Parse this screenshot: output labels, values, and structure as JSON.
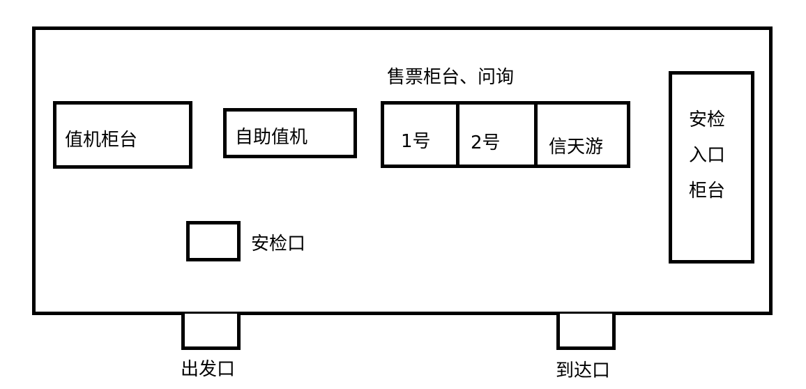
{
  "diagram": {
    "areas": {
      "checkin_counter": "值机柜台",
      "self_checkin": "自助值机",
      "ticket_counter_title": "售票柜台、问询",
      "ticket_windows": [
        "1号",
        "2号",
        "信天游"
      ],
      "security_gate": "安检口",
      "security_entry_counter": [
        "安检",
        "入口",
        "柜台"
      ],
      "departure_gate": "出发口",
      "arrival_gate": "到达口"
    }
  }
}
